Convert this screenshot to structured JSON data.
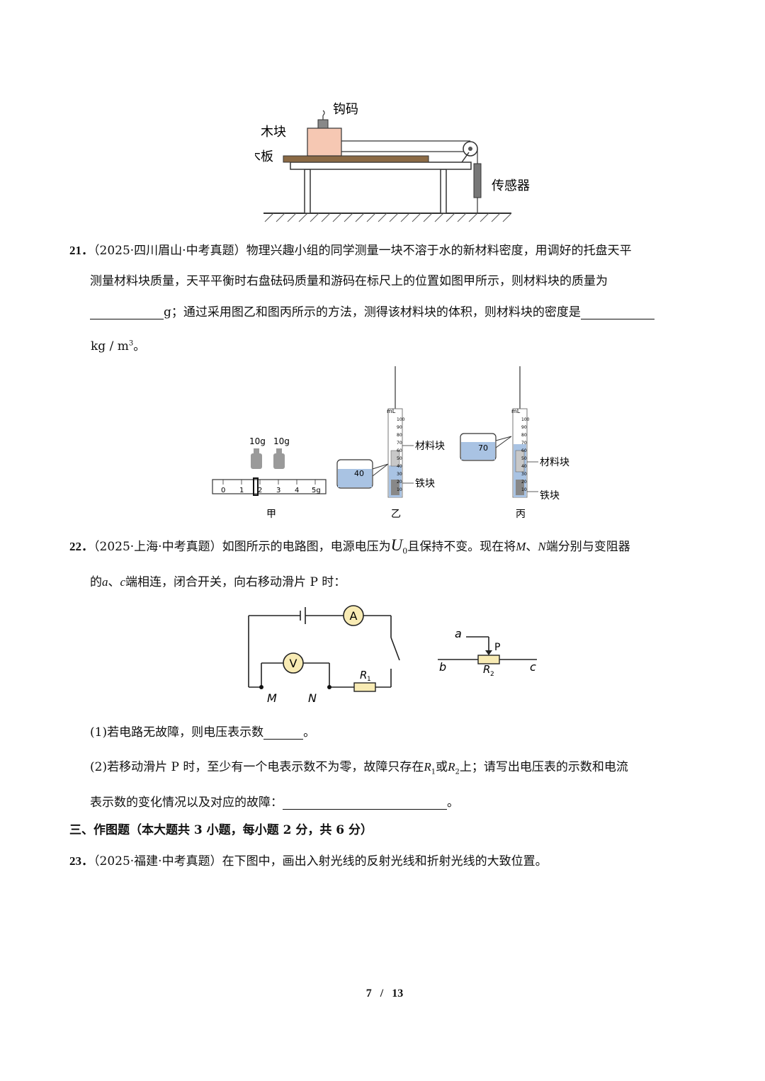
{
  "fig_friction": {
    "hook_weight": "钩码",
    "block": "木块",
    "board": "木板",
    "sensor": "传感器"
  },
  "q21": {
    "number": "21．",
    "source": "（2025·四川眉山·中考真题）",
    "text1": "物理兴趣小组的同学测量一块不溶于水的新材料密度，用调好的托盘天平",
    "text2": "测量材料块质量，天平平衡时右盘砝码质量和游码在标尺上的位置如图甲所示，则材料块的质量为",
    "text3a": "g；通过采用图乙和图丙所示的方法，测得该材料块的体积，则材料块的密度是",
    "unit": "kg / m",
    "unit_sup": "3",
    "end": "。",
    "fig": {
      "weight1": "10g",
      "weight2": "10g",
      "scale_ticks": [
        "0",
        "1",
        "2",
        "3",
        "4",
        "5g"
      ],
      "cap_jia": "甲",
      "cap_yi": "乙",
      "cap_bing": "丙",
      "ml": "mL",
      "cyl_ticks": [
        "100",
        "90",
        "80",
        "70",
        "60",
        "50",
        "40",
        "30",
        "20",
        "10"
      ],
      "zoom_yi": "40",
      "zoom_bing": "70",
      "material": "材料块",
      "iron": "铁块"
    }
  },
  "q22": {
    "number": "22．",
    "source": "（2025·上海·中考真题）",
    "text1a": "如图所示的电路图，电源电压为",
    "u0": "U",
    "u0_sub": "0",
    "text1b": "且保持不变。现在将",
    "M": "M",
    "sep": "、",
    "N": "N",
    "text1c": "端分别与变阻器",
    "text2a": "的",
    "a": "a",
    "c": "c",
    "text2b": "端相连，闭合开关，向右移动滑片 P 时：",
    "fig": {
      "ammeter": "A",
      "voltmeter": "V",
      "R1": "R",
      "R1_sub": "1",
      "M": "M",
      "N": "N",
      "a": "a",
      "b": "b",
      "c": "c",
      "P": "P",
      "R2": "R",
      "R2_sub": "2"
    },
    "sub1": "(1)若电路无故障，则电压表示数",
    "sub1_end": "。",
    "sub2a": "(2)若移动滑片 P 时，至少有一个电表示数不为零，故障只存在",
    "sub2_R1": "R",
    "sub2_R1_sub": "1",
    "sub2_or": "或",
    "sub2_R2": "R",
    "sub2_R2_sub": "2",
    "sub2b": "上；请写出电压表的示数和电流",
    "sub2c": "表示数的变化情况以及对应的故障：",
    "sub2_end": "。"
  },
  "section3": {
    "title": "三、作图题（本大题共 3 小题，每小题 2 分，共 6 分）"
  },
  "q23": {
    "number": "23．",
    "source": "（2025·福建·中考真题）",
    "text": "在下图中，画出入射光线的反射光线和折射光线的大致位置。"
  },
  "footer": {
    "page": "7",
    "sep": "/",
    "total": "13"
  }
}
